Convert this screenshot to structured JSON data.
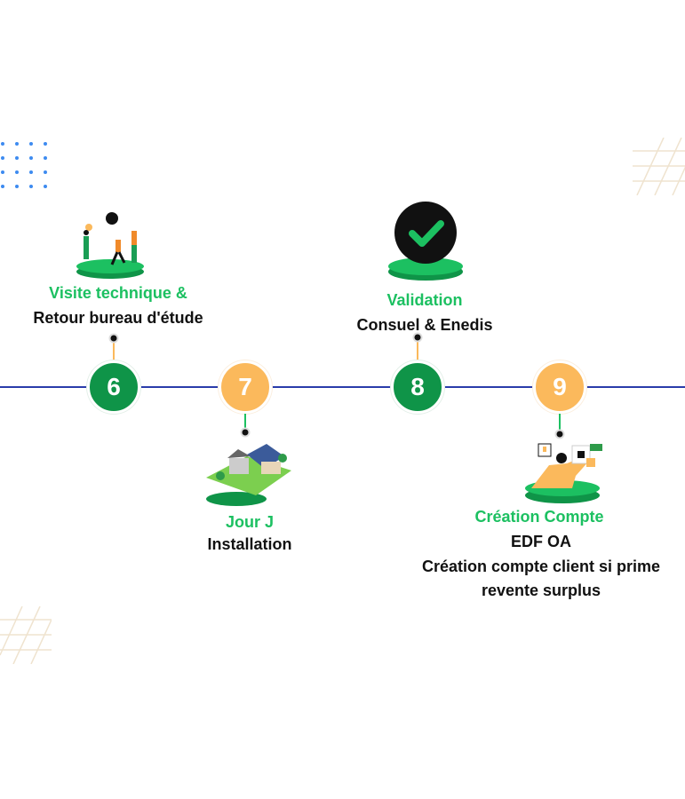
{
  "colors": {
    "green_text": "#1cc061",
    "node_green": "#0f9448",
    "node_orange": "#fbb95c",
    "timeline": "#2a3caa"
  },
  "steps": [
    {
      "number": "6",
      "title": "Visite technique &",
      "lines": [
        "Retour bureau d'étude"
      ]
    },
    {
      "number": "7",
      "title": "Jour J",
      "lines": [
        "Installation"
      ]
    },
    {
      "number": "8",
      "title": "Validation",
      "lines": [
        "Consuel & Enedis"
      ]
    },
    {
      "number": "9",
      "title": "Création Compte",
      "lines": [
        "EDF OA",
        "Création compte client si prime",
        "revente surplus"
      ]
    }
  ]
}
